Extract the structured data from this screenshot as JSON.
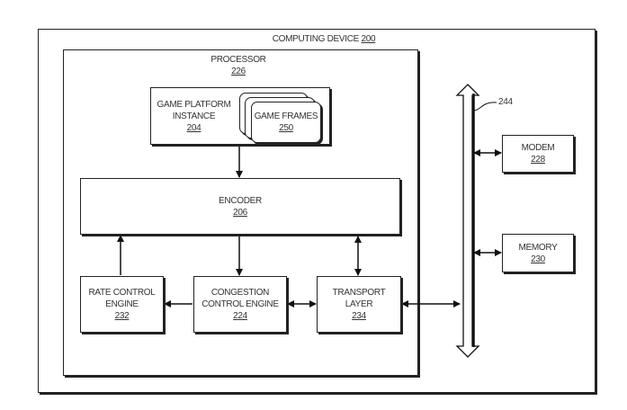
{
  "computing_device": {
    "title": "COMPUTING DEVICE",
    "number": "200"
  },
  "processor": {
    "title": "PROCESSOR",
    "number": "226"
  },
  "game_platform": {
    "line1": "GAME PLATFORM",
    "line2": "INSTANCE",
    "number": "204"
  },
  "game_frames": {
    "title": "GAME FRAMES",
    "number": "250"
  },
  "encoder": {
    "title": "ENCODER",
    "number": "206"
  },
  "rate_control": {
    "line1": "RATE CONTROL",
    "line2": "ENGINE",
    "number": "232"
  },
  "congestion_control": {
    "line1": "CONGESTION",
    "line2": "CONTROL ENGINE",
    "number": "224"
  },
  "transport": {
    "line1": "TRANSPORT",
    "line2": "LAYER",
    "number": "234"
  },
  "bus": {
    "number": "244"
  },
  "modem": {
    "title": "MODEM",
    "number": "228"
  },
  "memory": {
    "title": "MEMORY",
    "number": "230"
  }
}
